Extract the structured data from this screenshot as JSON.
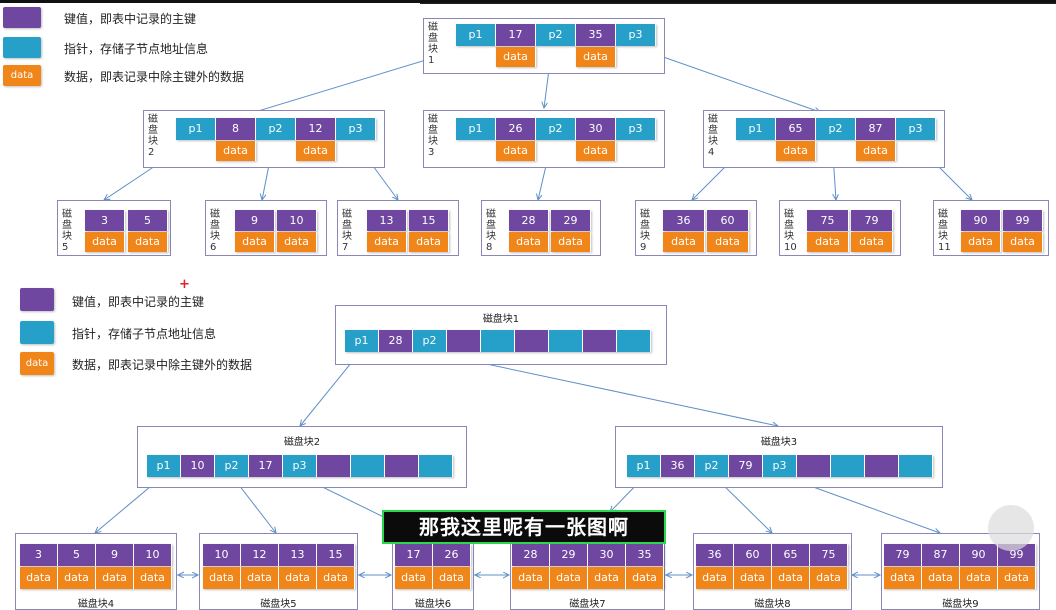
{
  "legend_top": [
    {
      "swatch": "key",
      "text": "键值，即表中记录的主键"
    },
    {
      "swatch": "ptr",
      "text": "指针，存储子节点地址信息"
    },
    {
      "swatch": "data",
      "text": "数据，即表记录中除主键外的数据",
      "label": "data"
    }
  ],
  "legend_bottom": [
    {
      "swatch": "key",
      "text": "键值，即表中记录的主键"
    },
    {
      "swatch": "ptr",
      "text": "指针，存储子节点地址信息"
    },
    {
      "swatch": "data",
      "text": "数据，即表记录中除主键外的数据",
      "label": "data"
    }
  ],
  "btree": {
    "root": {
      "label": [
        "磁",
        "盘",
        "块",
        "1"
      ],
      "keys": [
        "17",
        "35"
      ],
      "ptrs": [
        "p1",
        "p2",
        "p3"
      ],
      "data": "data"
    },
    "level2": [
      {
        "label": [
          "磁",
          "盘",
          "块",
          "2"
        ],
        "keys": [
          "8",
          "12"
        ],
        "ptrs": [
          "p1",
          "p2",
          "p3"
        ],
        "data": "data"
      },
      {
        "label": [
          "磁",
          "盘",
          "块",
          "3"
        ],
        "keys": [
          "26",
          "30"
        ],
        "ptrs": [
          "p1",
          "p2",
          "p3"
        ],
        "data": "data"
      },
      {
        "label": [
          "磁",
          "盘",
          "块",
          "4"
        ],
        "keys": [
          "65",
          "87"
        ],
        "ptrs": [
          "p1",
          "p2",
          "p3"
        ],
        "data": "data"
      }
    ],
    "leaves": [
      {
        "label": [
          "磁",
          "盘",
          "块",
          "5"
        ],
        "keys": [
          "3",
          "5"
        ],
        "data": "data"
      },
      {
        "label": [
          "磁",
          "盘",
          "块",
          "6"
        ],
        "keys": [
          "9",
          "10"
        ],
        "data": "data"
      },
      {
        "label": [
          "磁",
          "盘",
          "块",
          "7"
        ],
        "keys": [
          "13",
          "15"
        ],
        "data": "data"
      },
      {
        "label": [
          "磁",
          "盘",
          "块",
          "8"
        ],
        "keys": [
          "28",
          "29"
        ],
        "data": "data"
      },
      {
        "label": [
          "磁",
          "盘",
          "块",
          "9"
        ],
        "keys": [
          "36",
          "60"
        ],
        "data": "data"
      },
      {
        "label": [
          "磁",
          "盘",
          "块",
          "10"
        ],
        "keys": [
          "75",
          "79"
        ],
        "data": "data"
      },
      {
        "label": [
          "磁",
          "盘",
          "块",
          "11"
        ],
        "keys": [
          "90",
          "99"
        ],
        "data": "data"
      }
    ]
  },
  "bplus": {
    "root": {
      "title": "磁盘块1",
      "cells": [
        "p1",
        "28",
        "p2",
        "",
        "",
        "",
        "",
        "",
        ""
      ]
    },
    "level2": [
      {
        "title": "磁盘块2",
        "cells": [
          "p1",
          "10",
          "p2",
          "17",
          "p3",
          "",
          "",
          "",
          ""
        ]
      },
      {
        "title": "磁盘块3",
        "cells": [
          "p1",
          "36",
          "p2",
          "79",
          "p3",
          "",
          "",
          "",
          ""
        ]
      }
    ],
    "leaves": [
      {
        "title": "磁盘块4",
        "keys": [
          "3",
          "5",
          "9",
          "10"
        ],
        "data": "data"
      },
      {
        "title": "磁盘块5",
        "keys": [
          "10",
          "12",
          "13",
          "15"
        ],
        "data": "data"
      },
      {
        "title": "磁盘块6",
        "keys": [
          "17",
          "26"
        ],
        "data": "data"
      },
      {
        "title": "磁盘块7",
        "keys": [
          "28",
          "29",
          "30",
          "35"
        ],
        "data": "data"
      },
      {
        "title": "磁盘块8",
        "keys": [
          "36",
          "60",
          "65",
          "75"
        ],
        "data": "data"
      },
      {
        "title": "磁盘块9",
        "keys": [
          "79",
          "87",
          "90",
          "99"
        ],
        "data": "data"
      }
    ]
  },
  "subtitle": "那我这里呢有一张图啊",
  "colors": {
    "key": "#6f47a0",
    "ptr": "#26a0c8",
    "data": "#f08519",
    "border": "#8b86b8",
    "arrow": "#5f8fc8"
  }
}
